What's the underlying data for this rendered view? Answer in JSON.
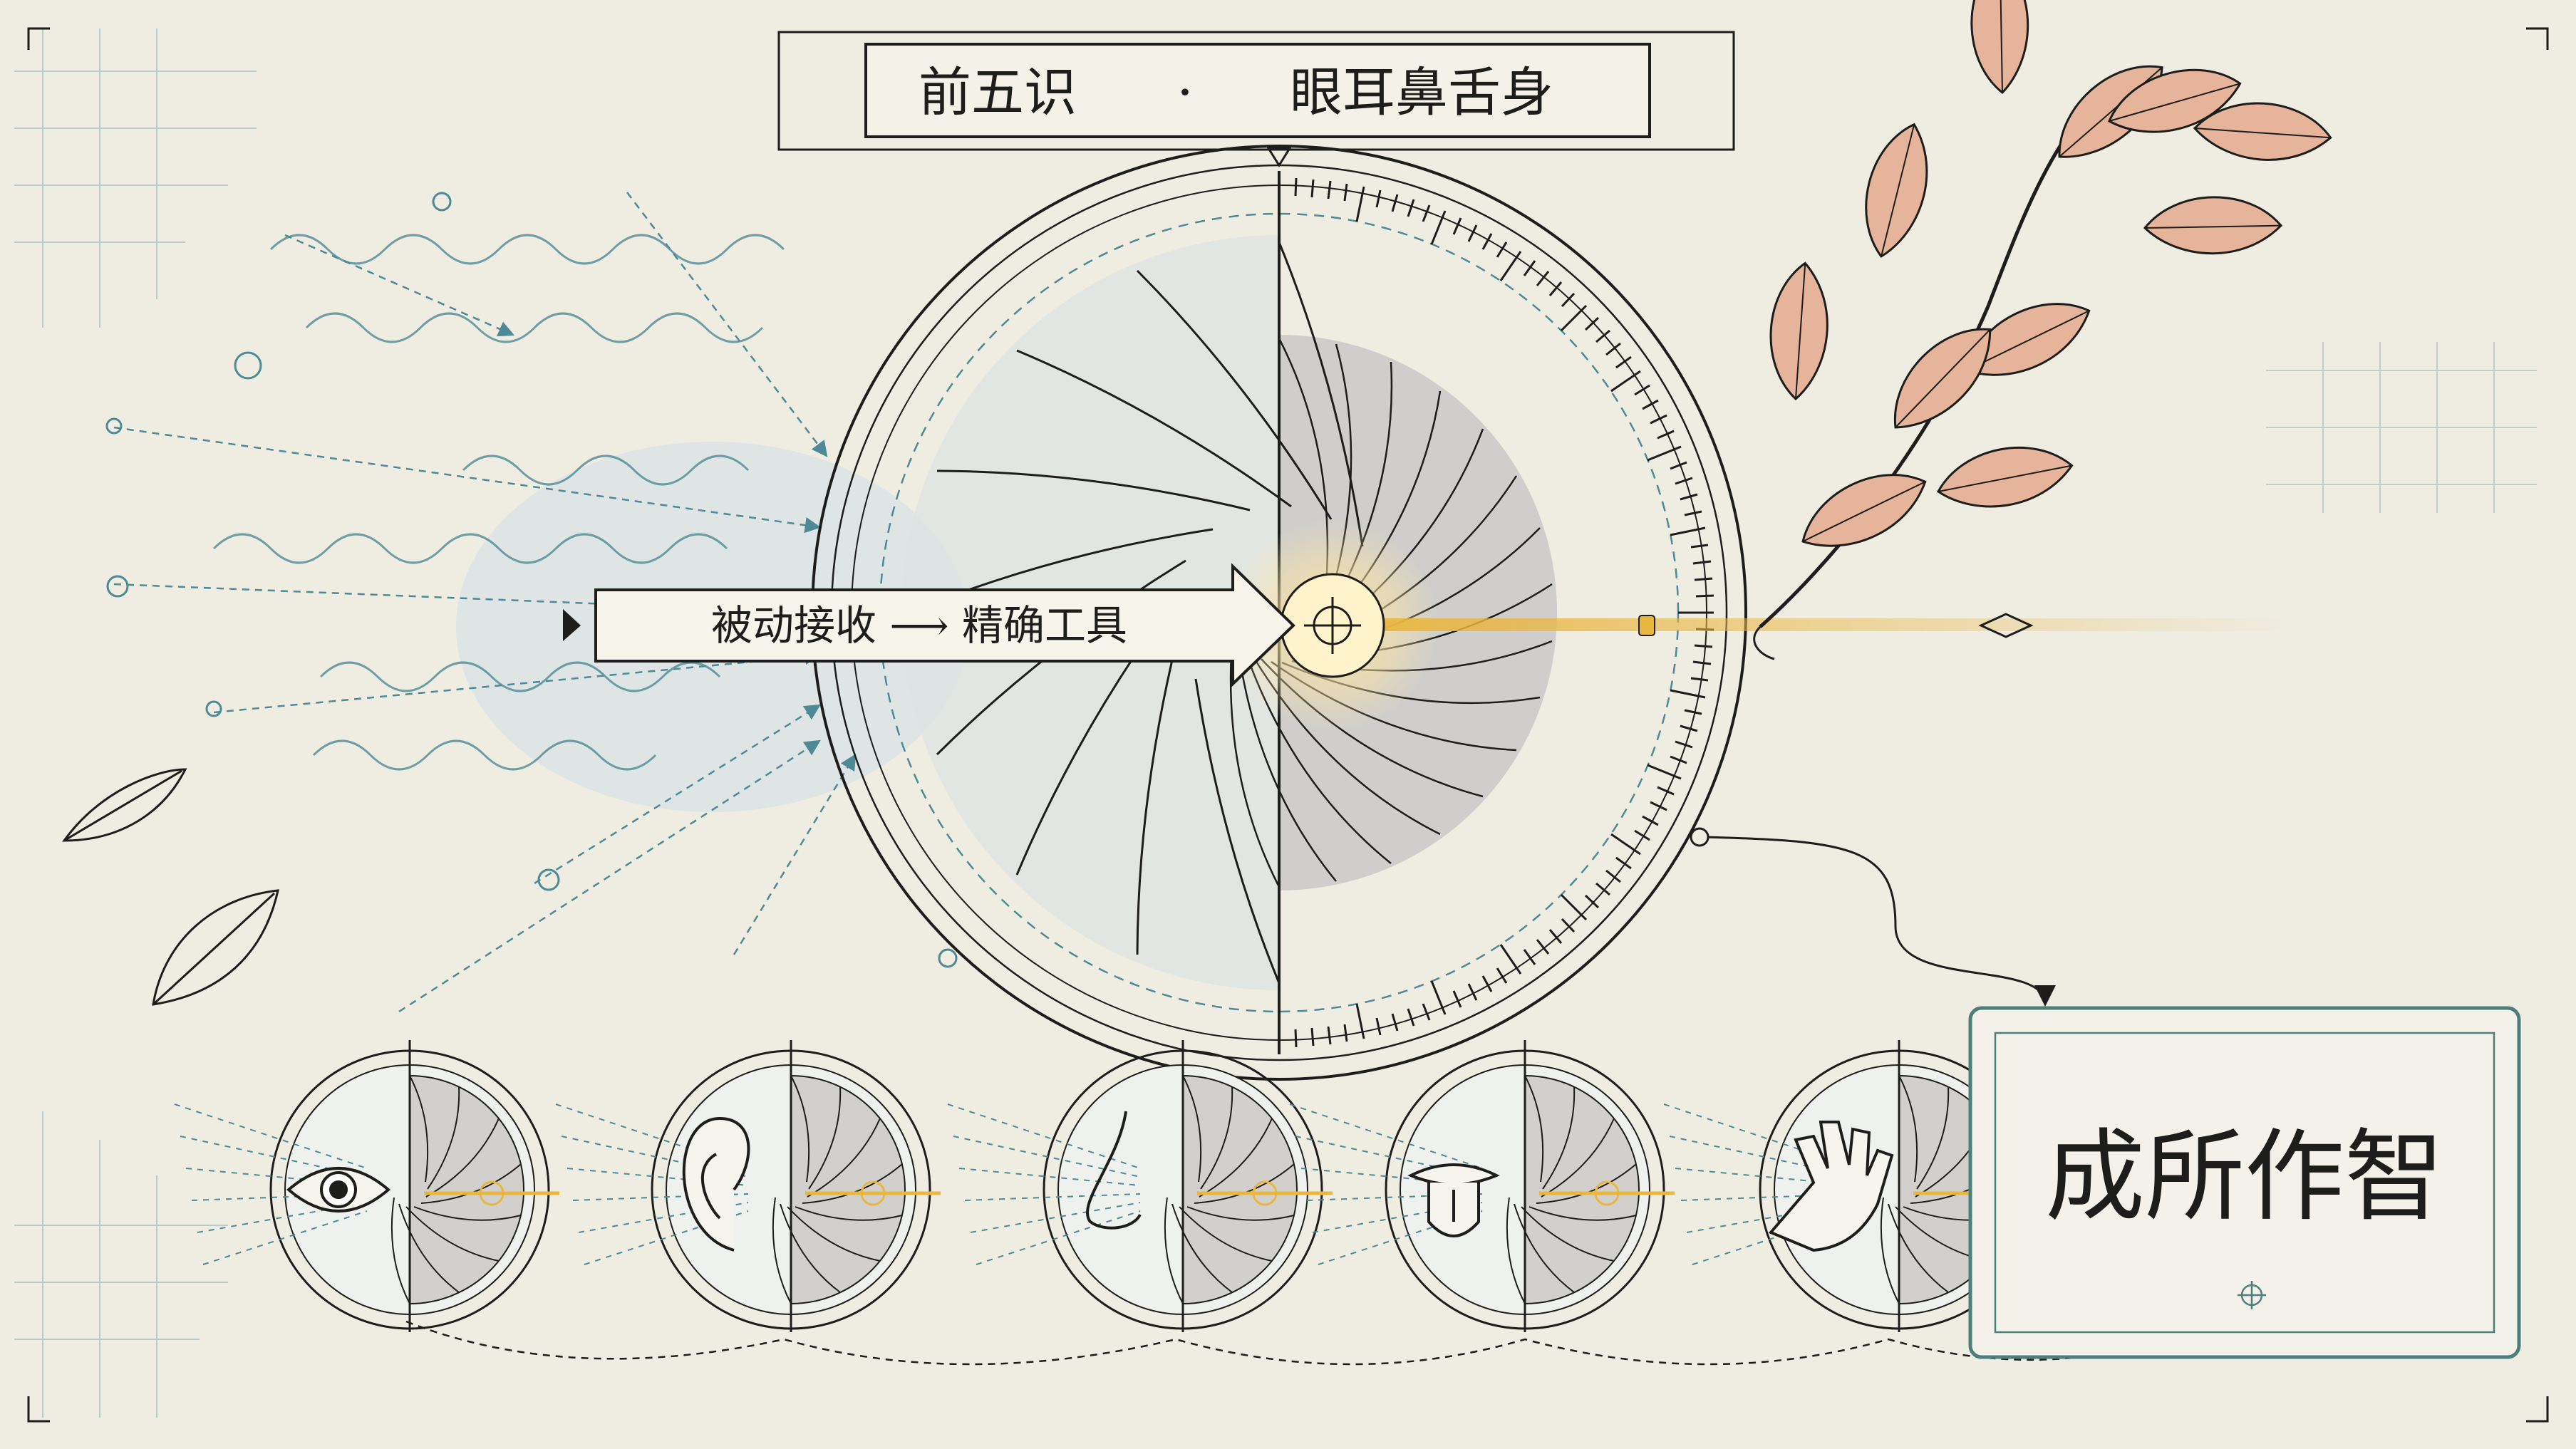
{
  "title": {
    "left": "前五识",
    "separator": "·",
    "right": "眼耳鼻舌身"
  },
  "banner": {
    "label": "被动接收 ⟶ 精确工具"
  },
  "result": {
    "label": "成所作智"
  },
  "senses": [
    {
      "name": "eye",
      "icon": "eye-icon"
    },
    {
      "name": "ear",
      "icon": "ear-icon"
    },
    {
      "name": "nose",
      "icon": "nose-icon"
    },
    {
      "name": "tongue",
      "icon": "tongue-icon"
    },
    {
      "name": "hand",
      "icon": "hand-icon"
    }
  ],
  "colors": {
    "paper": "#efece2",
    "ink": "#1d1d1b",
    "teal": "#4d8a96",
    "gold": "#e9b640",
    "leaf": "#e6b49a",
    "frame": "#4d7f7a"
  }
}
